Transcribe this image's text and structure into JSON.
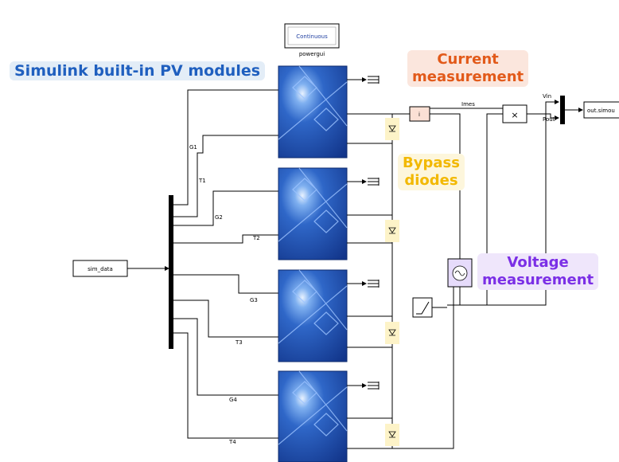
{
  "powergui": {
    "block_text": "Continuous",
    "label": "powergui"
  },
  "source_block": {
    "label": "sim_data"
  },
  "signals": {
    "g1": "G1",
    "t1": "T1",
    "g2": "G2",
    "t2": "T2",
    "g3": "G3",
    "t3": "T3",
    "g4": "G4",
    "t4": "T4",
    "imes": "Imes",
    "vin": "Vin",
    "pout": "Pout"
  },
  "output_block": {
    "label": "out.simou"
  },
  "product_symbol": "×",
  "annotations": {
    "pv_modules": "Simulink built-in PV modules",
    "current_line1": "Current",
    "current_line2": "measurement",
    "bypass_line1": "Bypass",
    "bypass_line2": "diodes",
    "voltage_line1": "Voltage",
    "voltage_line2": "measurement"
  },
  "colors": {
    "pv_accent": "#1f5fbf",
    "current_accent": "#e25a1a",
    "bypass_accent": "#f2b800",
    "voltage_accent": "#7b2fe6",
    "panel_blue": "#1a4fa8"
  }
}
